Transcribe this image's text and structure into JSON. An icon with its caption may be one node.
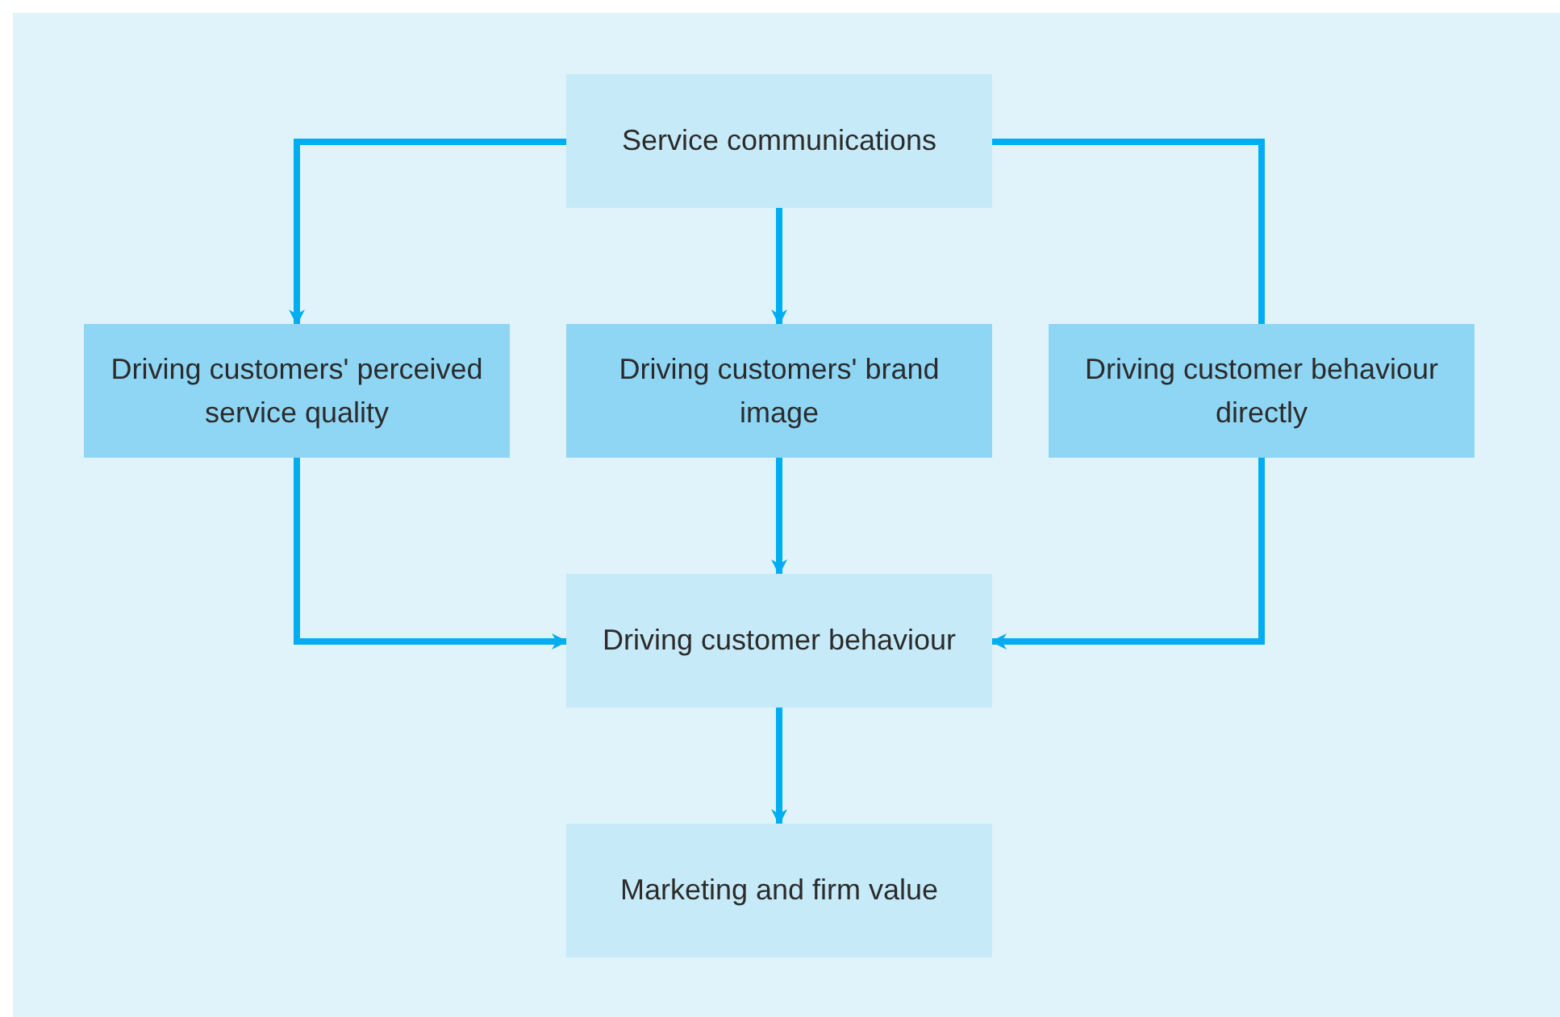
{
  "diagram": {
    "nodes": [
      {
        "text": [
          "Service communications"
        ]
      },
      {
        "text": [
          "Driving customers' perceived service quality"
        ]
      },
      {
        "text": [
          "Driving customers' brand image"
        ]
      },
      {
        "text": [
          "Driving customer behaviour directly"
        ]
      },
      {
        "text": [
          "Driving customer behaviour"
        ]
      },
      {
        "text": [
          "Marketing and firm value"
        ]
      }
    ],
    "edges": [
      {
        "from": 0,
        "to": 1,
        "arrow": "to"
      },
      {
        "from": 0,
        "to": 2,
        "arrow": "to"
      },
      {
        "from": 0,
        "to": 3,
        "arrow": "none"
      },
      {
        "from": 1,
        "to": 4,
        "arrow": "to"
      },
      {
        "from": 2,
        "to": 4,
        "arrow": "to"
      },
      {
        "from": 3,
        "to": 4,
        "arrow": "to"
      },
      {
        "from": 4,
        "to": 5,
        "arrow": "to"
      }
    ]
  }
}
